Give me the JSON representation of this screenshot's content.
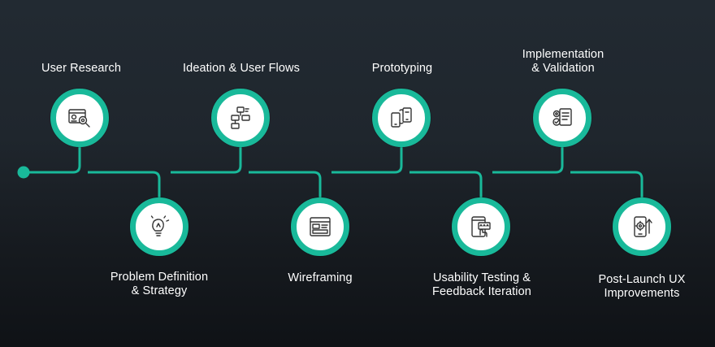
{
  "accent_color": "#19b99a",
  "steps": [
    {
      "label": "User Research",
      "icon": "research-icon"
    },
    {
      "label": "Problem Definition\n& Strategy",
      "icon": "lightbulb-icon"
    },
    {
      "label": "Ideation & User Flows",
      "icon": "flowchart-icon"
    },
    {
      "label": "Wireframing",
      "icon": "wireframe-icon"
    },
    {
      "label": "Prototyping",
      "icon": "devices-icon"
    },
    {
      "label": "Usability Testing &\nFeedback Iteration",
      "icon": "usability-icon"
    },
    {
      "label": "Implementation\n& Validation",
      "icon": "implementation-icon"
    },
    {
      "label": "Post-Launch UX\nImprovements",
      "icon": "improvement-icon"
    }
  ]
}
